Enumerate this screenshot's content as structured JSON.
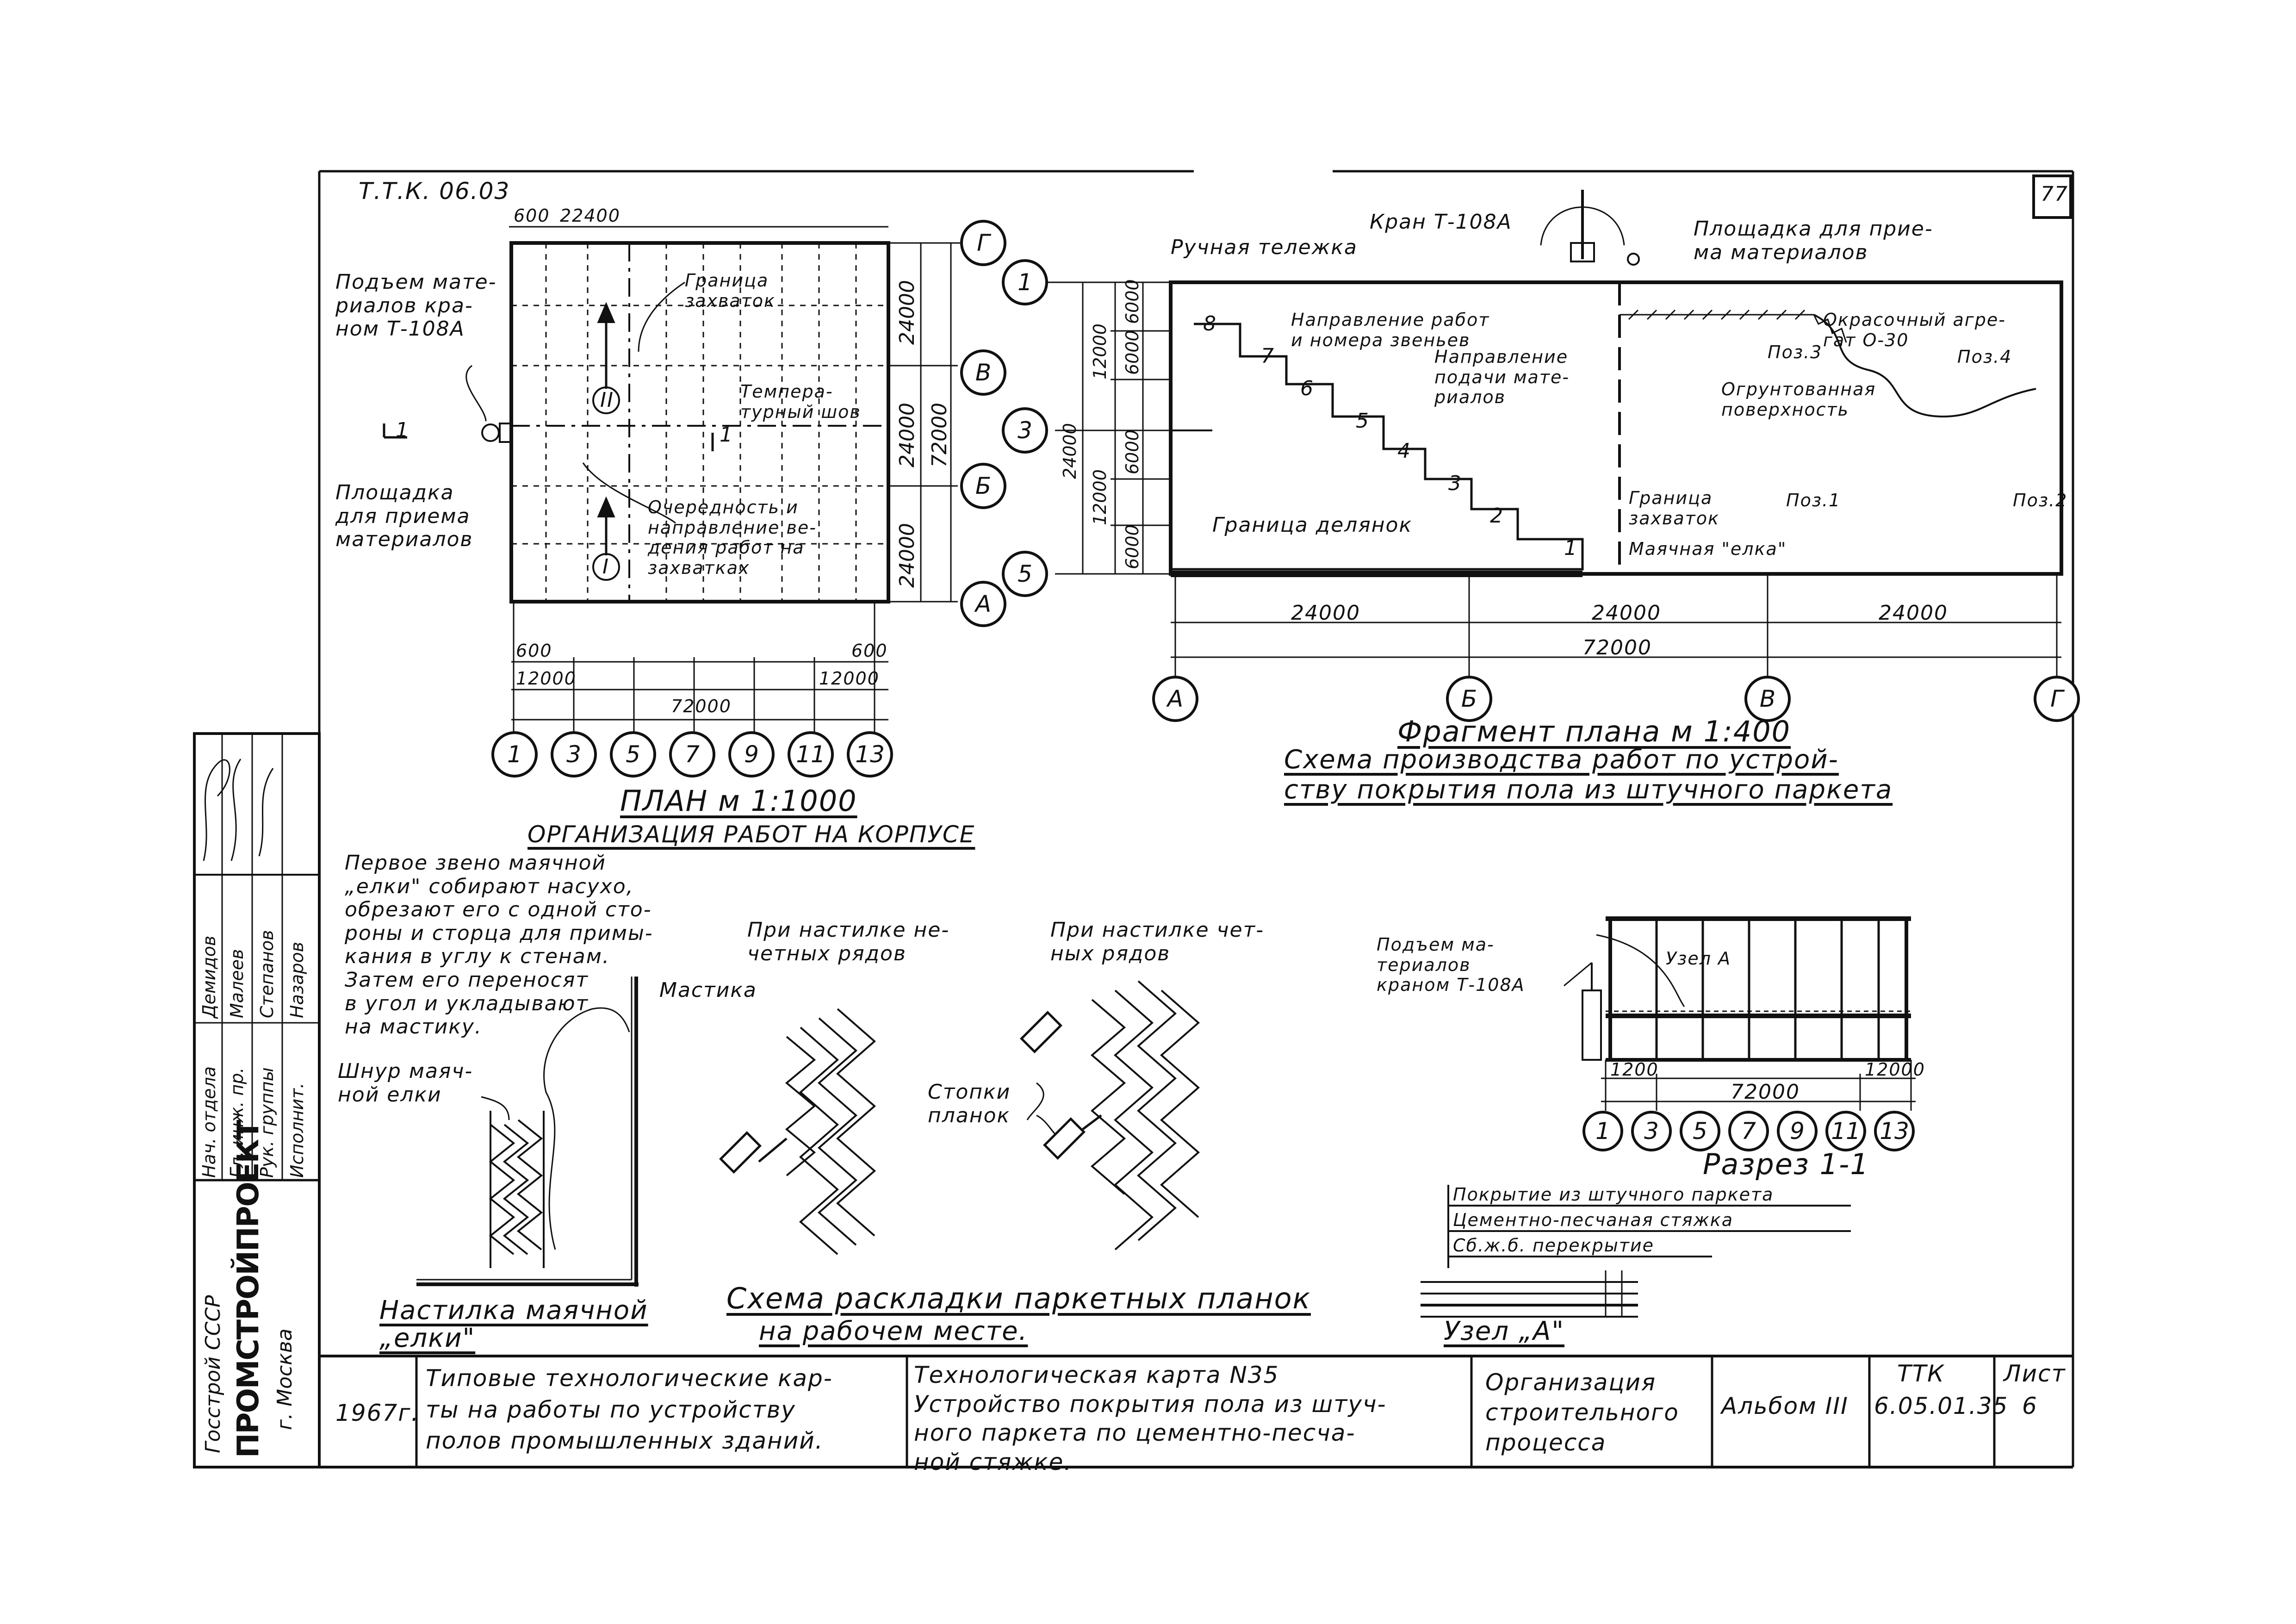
{
  "sheet_code": "Т.Т.К. 06.03",
  "page_number": "77",
  "plan": {
    "title": "ПЛАН  м 1:1000",
    "subtitle": "ОРГАНИЗАЦИЯ РАБОТ НА КОРПУСЕ",
    "label_crane": "Подъем мате-\nриалов кра-\nном Т-108А",
    "label_platform": "Площадка\nдля приема\nматериалов",
    "label_zone_boundary": "Граница\nзахваток",
    "label_temp_joint": "Темпера-\nтурный шов",
    "label_sequence": "Очередность и\nнаправление ве-\nдения работ на\nзахватках",
    "zone_I": "I",
    "zone_II": "II",
    "section_mark": "1",
    "dim_top_1": "600",
    "dim_top_2": "22400",
    "dim_right_1": "24000",
    "dim_right_2": "24000",
    "dim_right_3": "24000",
    "dim_right_total": "72000",
    "dim_bottom_left": "600",
    "dim_bottom_right": "600",
    "dim_bottom_left2": "12000",
    "dim_bottom_right2": "12000",
    "dim_bottom_total": "72000",
    "axes_rows": [
      "Г",
      "В",
      "Б",
      "А"
    ],
    "axes_cols": [
      "1",
      "3",
      "5",
      "7",
      "9",
      "11",
      "13"
    ]
  },
  "fragment": {
    "title": "Фрагмент плана  м 1:400",
    "subtitle_1": "Схема производства работ по устрой-",
    "subtitle_2": "ству покрытия пола из штучного паркета",
    "label_cart": "Ручная тележка",
    "label_crane": "Кран Т-108А",
    "label_platform": "Площадка для прие-\nма материалов",
    "label_direction": "Направление работ\nи номера звеньев",
    "label_supply": "Направление\nподачи мате-\nриалов",
    "label_sprayer": "Окрасочный агре-\nгат О-30",
    "label_primed": "Огрунтованная\nповерхность",
    "label_plot_boundary": "Граница делянок",
    "label_zone_boundary": "Граница\nзахваток",
    "label_beacon": "Маячная \"елка\"",
    "pos1": "Поз.1",
    "pos2": "Поз.2",
    "pos3": "Поз.3",
    "pos4": "Поз.4",
    "steps": [
      "8",
      "7",
      "6",
      "5",
      "4",
      "3",
      "2",
      "1"
    ],
    "dims_left": [
      "6000",
      "6000",
      "6000",
      "6000",
      "12000",
      "12000",
      "24000"
    ],
    "dims_bottom": [
      "24000",
      "24000",
      "24000"
    ],
    "dim_total": "72000",
    "axes_rows": [
      "1",
      "3",
      "5"
    ],
    "axes_cols": [
      "А",
      "Б",
      "В",
      "Г"
    ]
  },
  "beacon": {
    "note": "Первое звено маячной\n„елки\" собирают насухо,\nобрезают его с одной сто-\nроны и сторца для примы-\nкания в углу к стенам.\nЗатем его переносят\nв угол и укладывают\nна мастику.",
    "label_mastic": "Мастика",
    "label_cord": "Шнур маяч-\nной елки",
    "title_1": "Настилка маячной",
    "title_2": "„елки\""
  },
  "layout_scheme": {
    "label_odd": "При настилке не-\nчетных рядов",
    "label_even": "При настилке чет-\nных рядов",
    "label_stacks": "Стопки\nпланок",
    "title_1": "Схема раскладки паркетных планок",
    "title_2": "на рабочем месте."
  },
  "section": {
    "title": "Разрез 1-1",
    "label_lift": "Подъем ма-\nтериалов\nкраном Т-108А",
    "label_node": "Узел А",
    "dim_left": "1200",
    "dim_right": "12000",
    "dim_total": "72000",
    "axes": [
      "1",
      "3",
      "5",
      "7",
      "9",
      "11",
      "13"
    ]
  },
  "node": {
    "layers": [
      "Покрытие из штучного паркета",
      "Цементно-песчаная стяжка",
      "Сб.ж.б. перекрытие"
    ],
    "title": "Узел „А\""
  },
  "left_stamp": {
    "org_1": "Госстрой СССР",
    "org_2": "ПРОМСТРОЙПРОЕКТ",
    "org_3": "г. Москва",
    "roles": [
      "Нач. отдела",
      "Гл. инж. пр.",
      "Рук. группы",
      "Исполнит."
    ],
    "names": [
      "Демидов",
      "Малеев",
      "Степанов",
      "Назаров"
    ]
  },
  "title_block": {
    "year": "1967г.",
    "series": "Типовые технологические кар-\nты на работы по устройству\nполов промышленных зданий.",
    "card": "Технологическая карта N35\nУстройство покрытия пола из штуч-\nного паркета по цементно-песча-\nной стяжке.",
    "section": "Организация\nстроительного\nпроцесса",
    "album": "Альбом III",
    "ttk_label": "ТТК",
    "ttk_code": "6.05.01.35",
    "sheet_label": "Лист",
    "sheet_no": "6"
  }
}
